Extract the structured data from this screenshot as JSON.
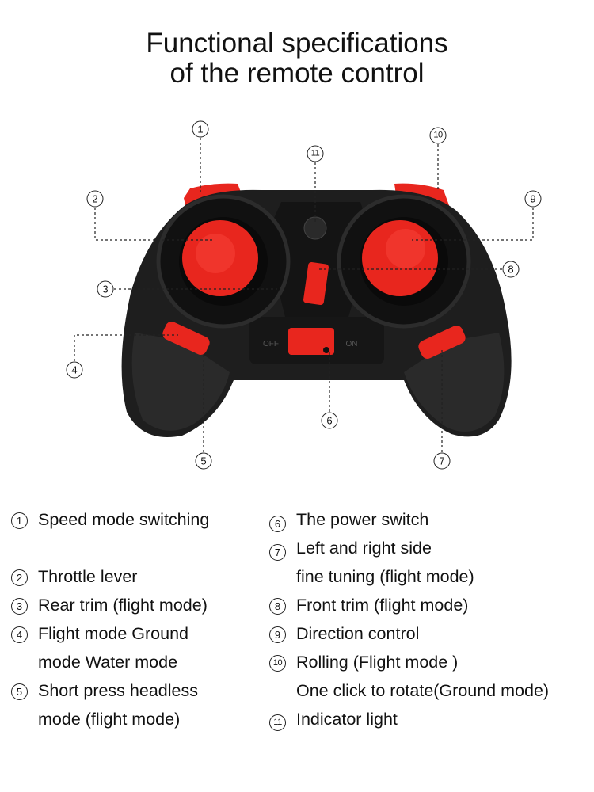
{
  "title": {
    "line1": "Functional specifications",
    "line2": "of the remote control"
  },
  "controller": {
    "switch_off_label": "OFF",
    "switch_on_label": "ON",
    "accent": "#e8261e",
    "body": "#1c1c1c"
  },
  "callouts": [
    "1",
    "2",
    "3",
    "4",
    "5",
    "6",
    "7",
    "8",
    "9",
    "10",
    "11"
  ],
  "legend_left": [
    {
      "num": "1",
      "lines": [
        "Speed mode switching"
      ]
    },
    {
      "num": "2",
      "lines": [
        "Throttle lever"
      ]
    },
    {
      "num": "3",
      "lines": [
        "Rear trim (flight mode)"
      ]
    },
    {
      "num": "4",
      "lines": [
        "Flight mode Ground",
        "mode Water mode"
      ]
    },
    {
      "num": "5",
      "lines": [
        "Short press headless",
        "mode (flight mode)"
      ]
    }
  ],
  "legend_right": [
    {
      "num": "6",
      "lines": [
        "The power switch"
      ]
    },
    {
      "num": "7",
      "lines": [
        "Left and right side",
        "fine tuning (flight mode)"
      ]
    },
    {
      "num": "8",
      "lines": [
        "Front trim (flight mode)"
      ]
    },
    {
      "num": "9",
      "lines": [
        "Direction control"
      ]
    },
    {
      "num": "10",
      "lines": [
        "Rolling (Flight mode )",
        "One click to rotate(Ground mode)"
      ]
    },
    {
      "num": "11",
      "lines": [
        "Indicator light"
      ]
    }
  ]
}
